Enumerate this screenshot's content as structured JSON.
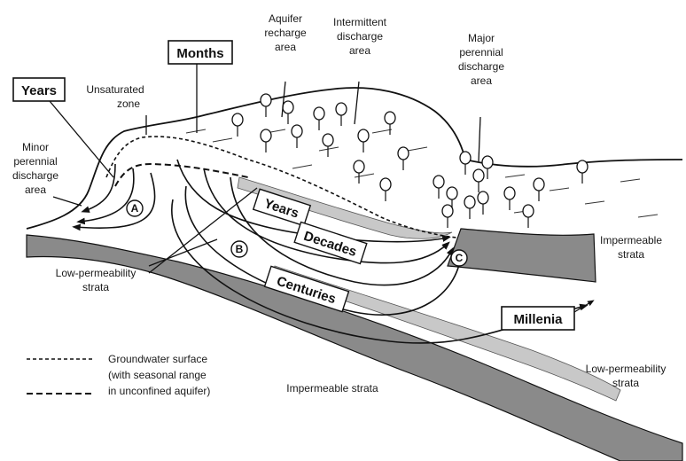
{
  "timescales": {
    "years_top": "Years",
    "months": "Months",
    "years_flow": "Years",
    "decades": "Decades",
    "centuries": "Centuries",
    "millenia": "Millenia"
  },
  "areas": {
    "unsaturated_zone": [
      "Unsaturated",
      "zone"
    ],
    "aquifer_recharge": [
      "Aquifer",
      "recharge",
      "area"
    ],
    "intermittent_discharge": [
      "Intermittent",
      "discharge",
      "area"
    ],
    "major_discharge": [
      "Major",
      "perennial",
      "discharge",
      "area"
    ],
    "minor_discharge": [
      "Minor",
      "perennial",
      "discharge",
      "area"
    ],
    "low_perm_left": [
      "Low-permeability",
      "strata"
    ],
    "low_perm_right": [
      "Low-permeability",
      "strata"
    ],
    "impermeable_right": [
      "Impermeable",
      "strata"
    ],
    "impermeable_bottom": "Impermeable strata"
  },
  "points": {
    "a": "A",
    "b": "B",
    "c": "C"
  },
  "legend": {
    "groundwater_surface": [
      "Groundwater surface",
      "(with seasonal range",
      "in unconfined aquifer)"
    ]
  },
  "colors": {
    "impermeable": "#8a8a8a",
    "low_permeability": "#c8c8c8",
    "ink": "#111111"
  }
}
